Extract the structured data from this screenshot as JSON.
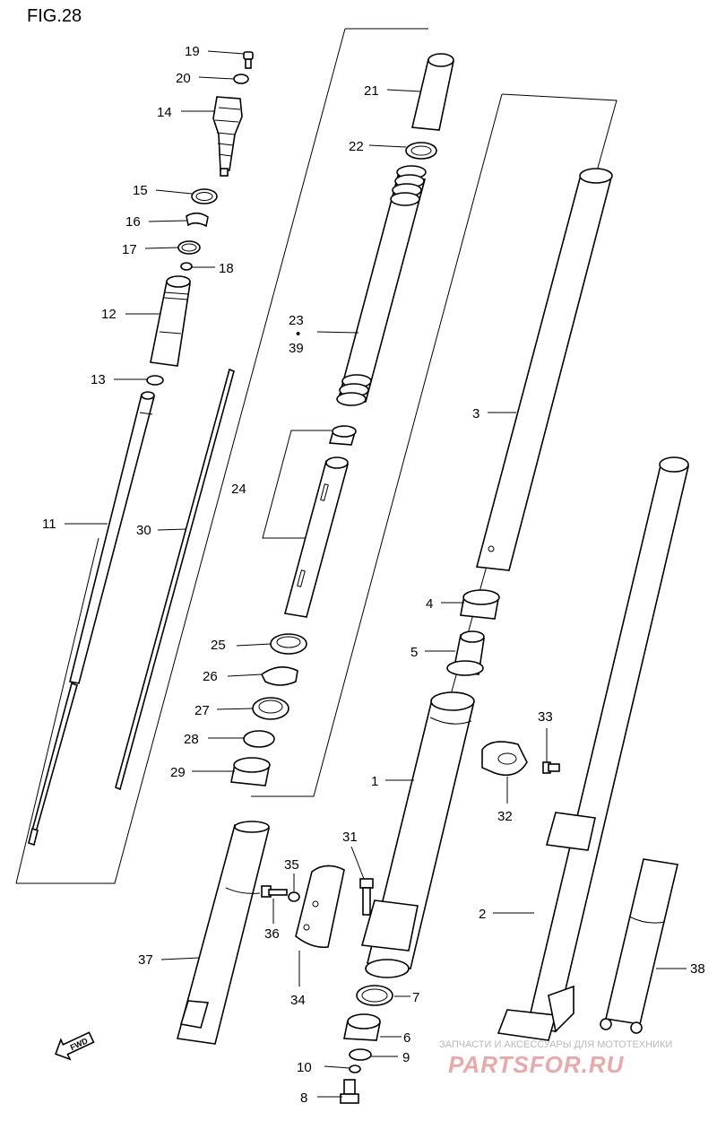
{
  "figure": {
    "title": "FIG.28"
  },
  "labels": {
    "p1": "1",
    "p2": "2",
    "p3": "3",
    "p4": "4",
    "p5": "5",
    "p6": "6",
    "p7": "7",
    "p8": "8",
    "p9": "9",
    "p10": "10",
    "p11": "11",
    "p12": "12",
    "p13": "13",
    "p14": "14",
    "p15": "15",
    "p16": "16",
    "p17": "17",
    "p18": "18",
    "p19": "19",
    "p20": "20",
    "p21": "21",
    "p22": "22",
    "p23": "23",
    "p23dot": "•",
    "p39": "39",
    "p24": "24",
    "p25": "25",
    "p26": "26",
    "p27": "27",
    "p28": "28",
    "p29": "29",
    "p30": "30",
    "p31": "31",
    "p32": "32",
    "p33": "33",
    "p34": "34",
    "p35": "35",
    "p36": "36",
    "p37": "37",
    "p38": "38"
  },
  "fwd_arrow": {
    "label": "FWD"
  },
  "watermark": {
    "subtitle": "ЗАПЧАСТИ И АКСЕССУАРЫ ДЛЯ МОТОТЕХНИКИ",
    "brand": "PARTSFOR.RU"
  }
}
